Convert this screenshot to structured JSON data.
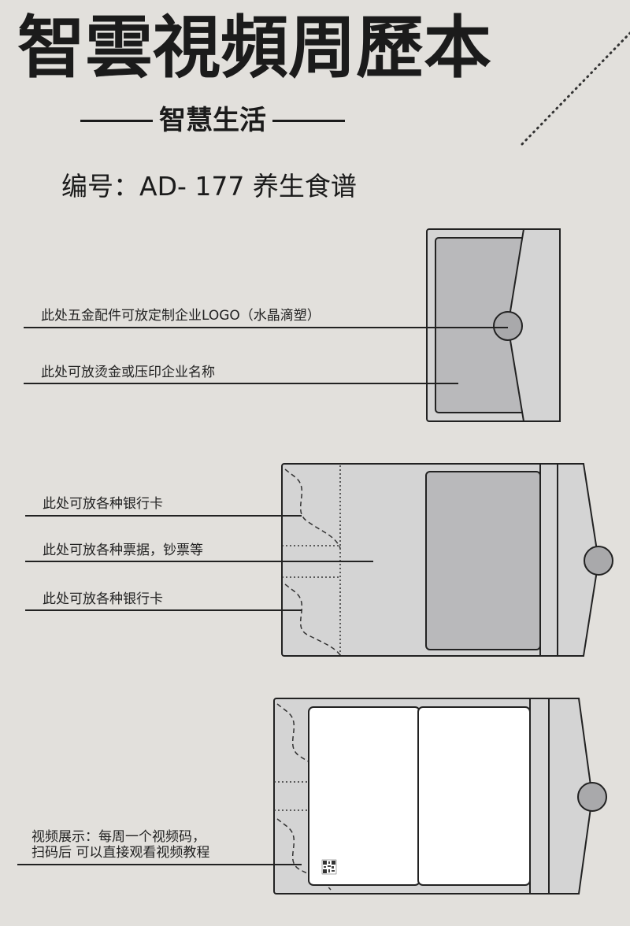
{
  "header": {
    "title": "智雲視頻周歷本",
    "subtitle": "智慧生活",
    "code": "编号：AD- 177 养生食谱"
  },
  "callouts": {
    "front_logo": "此处五金配件可放定制企业LOGO（水晶滴塑）",
    "front_name": "此处可放烫金或压印企业名称",
    "inner_card_top": "此处可放各种银行卡",
    "inner_receipts": "此处可放各种票据，钞票等",
    "inner_card_bottom": "此处可放各种银行卡",
    "video_line1": "视频展示：每周一个视频码，",
    "video_line2": "扫码后 可以直接观看视频教程"
  },
  "colors": {
    "background": "#e2e0dc",
    "cover": "#d4d4d4",
    "panel": "#b9b9bb",
    "clasp": "#a9a9ab",
    "page": "#ffffff",
    "ink": "#1b1b1b"
  }
}
